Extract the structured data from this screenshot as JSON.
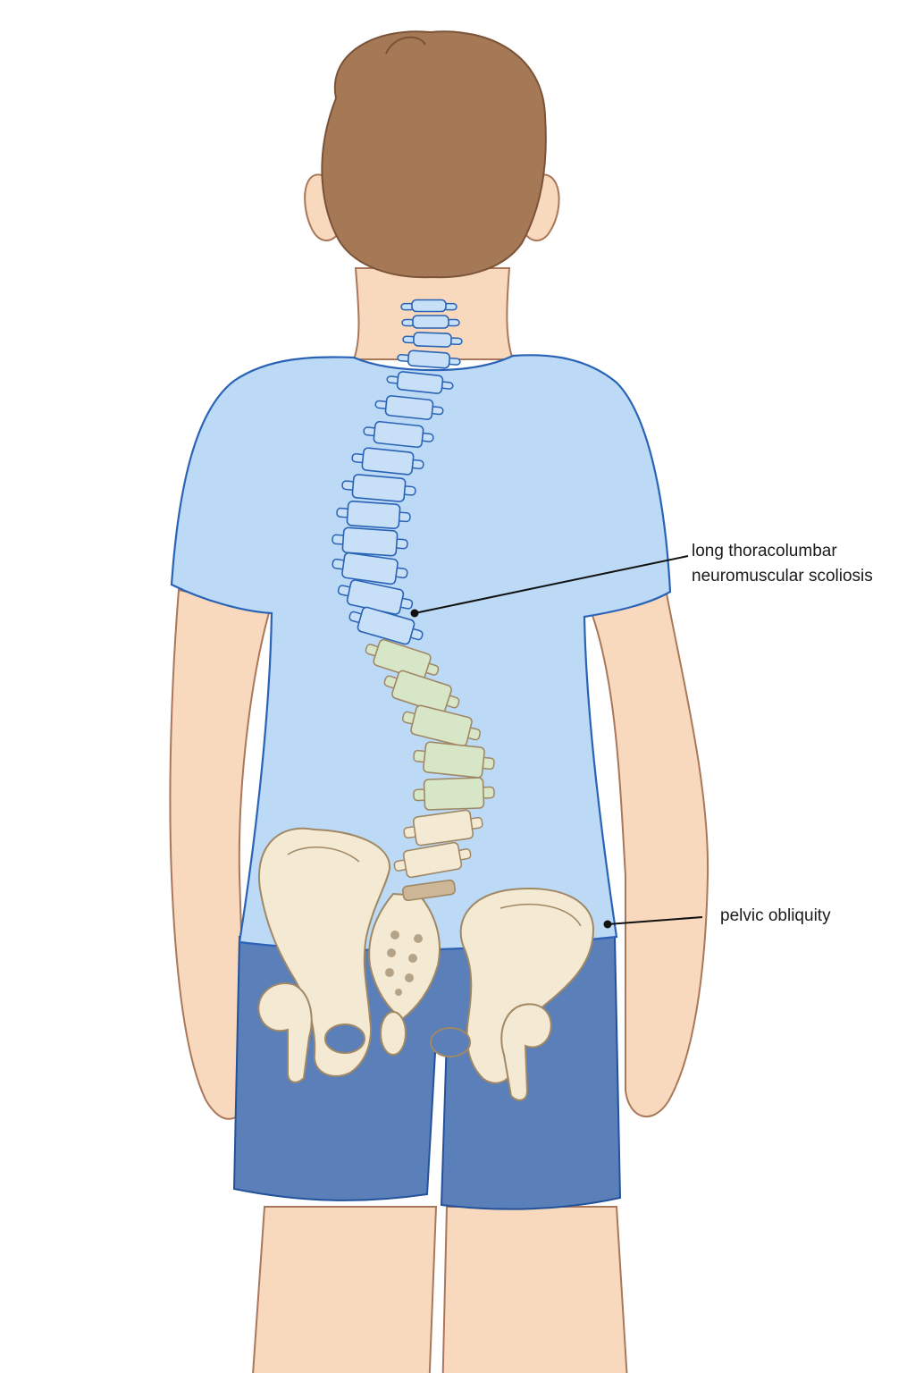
{
  "labels": {
    "scoliosis_line1": "long thoracolumbar",
    "scoliosis_line2": "neuromuscular scoliosis",
    "pelvic": "pelvic obliquity"
  },
  "colors": {
    "background": "#ffffff",
    "skin": "#f8d9bd",
    "skin_outline": "#a9785a",
    "hair": "#a57856",
    "hair_outline": "#7b5339",
    "shirt": "#bcd9f5",
    "shirt_outline": "#2a63b6",
    "shorts": "#5a7fb9",
    "shorts_outline": "#24529a",
    "thoracic_vertebrae": "#c7e0f7",
    "lumbar_vertebrae": "#d7e6c6",
    "bone": "#f4e9d3",
    "bone_outline": "#a08865",
    "leader_line": "#111111"
  }
}
